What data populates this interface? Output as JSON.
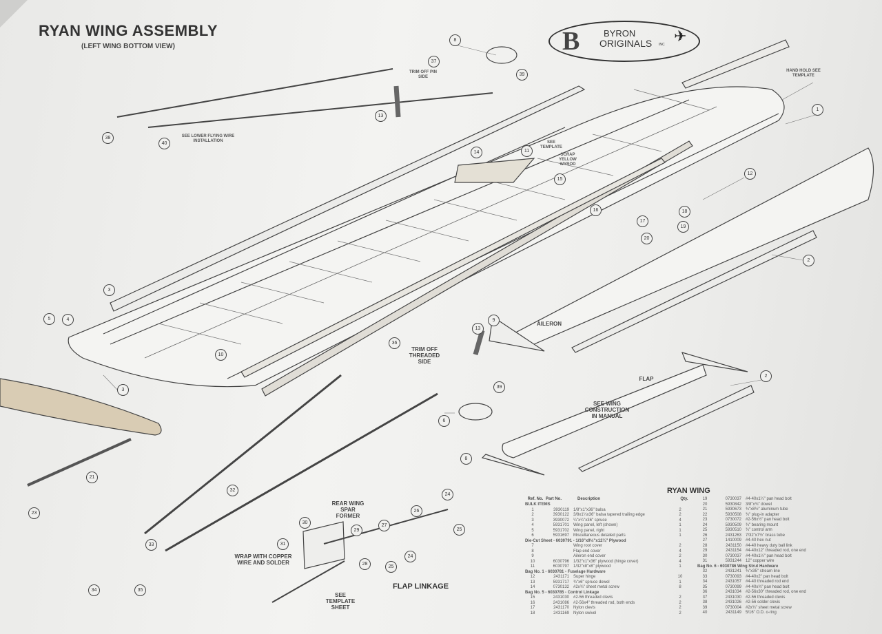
{
  "header": {
    "title": "RYAN WING ASSEMBLY",
    "subtitle": "(LEFT WING BOTTOM VIEW)"
  },
  "logo": {
    "monogram": "B",
    "line1": "BYRON",
    "line2": "ORIGINALS",
    "suffix": "INC"
  },
  "notes": {
    "trim_pin": "TRIM OFF PIN SIDE",
    "lower_wire": "SEE LOWER FLYING WIRE INSTALLATION",
    "see_template": "SEE TEMPLATE",
    "scrap": "SCRAP YELLOW WYROD",
    "hand_hold": "HAND HOLD SEE TEMPLATE",
    "aileron": "AILERON",
    "flap": "FLAP",
    "wing_construction": "SEE WING CONSTRUCTION IN MANUAL",
    "trim_threaded": "TRIM OFF THREADED SIDE",
    "rear_spar": "REAR WING SPAR FORMER",
    "copper_wire": "WRAP WITH COPPER WIRE AND SOLDER",
    "template_sheet": "SEE TEMPLATE SHEET",
    "flap_linkage": "FLAP LINKAGE"
  },
  "callouts": [
    "1",
    "2",
    "2",
    "3",
    "3",
    "4",
    "5",
    "6",
    "8",
    "8",
    "9",
    "10",
    "11",
    "12",
    "13",
    "13",
    "14",
    "15",
    "16",
    "17",
    "18",
    "19",
    "20",
    "21",
    "23",
    "24",
    "24",
    "25",
    "25",
    "26",
    "27",
    "28",
    "29",
    "30",
    "31",
    "32",
    "33",
    "34",
    "35",
    "36",
    "37",
    "38",
    "39",
    "39",
    "40"
  ],
  "parts_list": {
    "title": "RYAN WING",
    "headers": {
      "ref": "Ref. No.",
      "part": "Part No.",
      "desc": "Description",
      "qty": "Qty."
    },
    "left": [
      {
        "section": "BULK ITEMS"
      },
      {
        "ref": "1",
        "part": "3930119",
        "desc": "1/8\"x1\"x36\" balsa",
        "qty": "2"
      },
      {
        "ref": "2",
        "part": "3930122",
        "desc": "3/8x1¼x36\" balsa tapered trailing edge",
        "qty": "2"
      },
      {
        "ref": "3",
        "part": "3930072",
        "desc": "¼\"x¼\"x36\" spruce",
        "qty": "4"
      },
      {
        "ref": "4",
        "part": "5931701",
        "desc": "Wing panel, left (shown)",
        "qty": "1"
      },
      {
        "ref": "5",
        "part": "5931702",
        "desc": "Wing panel, right",
        "qty": "1"
      },
      {
        "ref": "6",
        "part": "5931697",
        "desc": "Miscellaneous detailed parts",
        "qty": "1"
      },
      {
        "section": "Die-Cut Sheet - 6030791 - 1/16\"x9½\"x12¼\" Plywood"
      },
      {
        "ref": "7",
        "part": "",
        "desc": "Wing root cover",
        "qty": "2"
      },
      {
        "ref": "8",
        "part": "",
        "desc": "Flap end cover",
        "qty": "4"
      },
      {
        "ref": "9",
        "part": "",
        "desc": "Aileron end cover",
        "qty": "2"
      },
      {
        "ref": "10",
        "part": "6030796",
        "desc": "1/32\"x1\"x36\" plywood (hinge cover)",
        "qty": "4"
      },
      {
        "ref": "11",
        "part": "6030797",
        "desc": "1/32\"x8\"x8\" plywood",
        "qty": "1"
      },
      {
        "section": "Bag No. 1 - 6030781 - Fuselage Hardware"
      },
      {
        "ref": "12",
        "part": "2431171",
        "desc": "Super hinge",
        "qty": "10"
      },
      {
        "ref": "13",
        "part": "5931717",
        "desc": "¾\"x6\" spruce dowel",
        "qty": "1"
      },
      {
        "ref": "14",
        "part": "0730132",
        "desc": "#2x¾\" sheet metal screw",
        "qty": "8"
      },
      {
        "section": "Bag No. 5 - 6030785 - Control Linkage"
      },
      {
        "ref": "15",
        "part": "2431030",
        "desc": "#2-56 threaded clevis",
        "qty": "2"
      },
      {
        "ref": "16",
        "part": "2431086",
        "desc": "#2-56x4\" threaded rod, both ends",
        "qty": "2"
      },
      {
        "ref": "17",
        "part": "2431170",
        "desc": "Nylon clevis",
        "qty": "2"
      },
      {
        "ref": "18",
        "part": "2431169",
        "desc": "Nylon swivel",
        "qty": "2"
      }
    ],
    "right": [
      {
        "ref": "19",
        "part": "0730037",
        "desc": "#4-40x1¼\" pan head bolt"
      },
      {
        "ref": "20",
        "part": "5930842",
        "desc": "3/8\"x¾\" dowel"
      },
      {
        "ref": "21",
        "part": "5930673",
        "desc": "¾\"x8½\" aluminum tube"
      },
      {
        "ref": "22",
        "part": "5930508",
        "desc": "¾\" plug-in adapter"
      },
      {
        "ref": "23",
        "part": "0730072",
        "desc": "#2-56x½\" pan head bolt"
      },
      {
        "ref": "24",
        "part": "5930509",
        "desc": "¾\" bearing mount"
      },
      {
        "ref": "25",
        "part": "5930510",
        "desc": "¾\" control arm"
      },
      {
        "ref": "26",
        "part": "2431263",
        "desc": "7/32\"x7½\" brass tube"
      },
      {
        "ref": "27",
        "part": "1410009",
        "desc": "#4-40 hex nut"
      },
      {
        "ref": "28",
        "part": "2431150",
        "desc": "#4-40 heavy duty ball link"
      },
      {
        "ref": "29",
        "part": "2431154",
        "desc": "#4-40x12\" threaded rod, one end"
      },
      {
        "ref": "30",
        "part": "0730037",
        "desc": "#4-40x1½\" pan head bolt"
      },
      {
        "ref": "31",
        "part": "5931244",
        "desc": "12\" copper wire"
      },
      {
        "section": "Bag No. 6 - 6030786   Wing Strut Hardware"
      },
      {
        "ref": "32",
        "part": "2431241",
        "desc": "¾\"x35\" stream line"
      },
      {
        "ref": "33",
        "part": "0730093",
        "desc": "#4-40x2\" pan head bolt"
      },
      {
        "ref": "34",
        "part": "2431057",
        "desc": "#4-40 threaded rod end"
      },
      {
        "ref": "35",
        "part": "0730099",
        "desc": "#4-40x¾\" pan head bolt"
      },
      {
        "ref": "36",
        "part": "2431034",
        "desc": "#2-56x30\" threaded rod, one end"
      },
      {
        "ref": "37",
        "part": "2431030",
        "desc": "#2-56 threaded clevis"
      },
      {
        "ref": "38",
        "part": "2431026",
        "desc": "#2-56 solder clevis"
      },
      {
        "ref": "39",
        "part": "0730004",
        "desc": "#2x¾\" sheet metal screw"
      },
      {
        "ref": "40",
        "part": "2431149",
        "desc": "5/16\" O.D. o-ring"
      }
    ]
  }
}
